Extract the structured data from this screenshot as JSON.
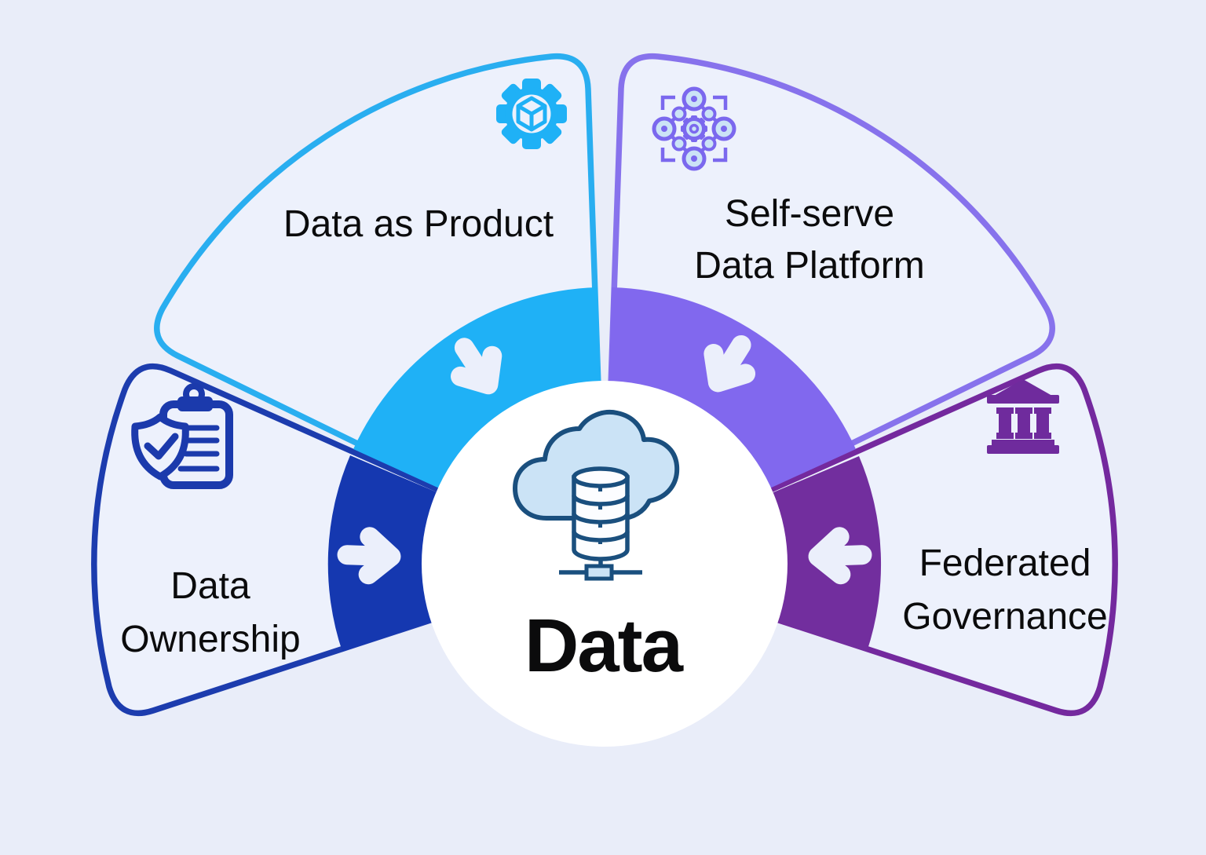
{
  "center": {
    "label": "Data",
    "icon": "cloud-database-icon"
  },
  "petals": {
    "product": {
      "label": "Data as Product",
      "icon": "gear-cube-icon",
      "outline_color": "#29AEF0",
      "arc_color": "#1FB1F6"
    },
    "platform": {
      "line1": "Self-serve",
      "line2": "Data Platform",
      "icon": "network-nodes-icon",
      "outline_color": "#8772EC",
      "arc_color": "#8168EE"
    },
    "ownership": {
      "line1": "Data",
      "line2": "Ownership",
      "icon": "shield-clipboard-icon",
      "outline_color": "#1C3CAE",
      "arc_color": "#1538B0"
    },
    "governance": {
      "line1": "Federated",
      "line2": "Governance",
      "icon": "bank-icon",
      "outline_color": "#74299E",
      "arc_color": "#722E9E"
    }
  },
  "colors": {
    "background": "#E9EDF9",
    "panel_fill": "#EDF1FC",
    "arrow": "#EBEFFB",
    "center_circle": "#FFFFFF",
    "text": "#0B0B0C",
    "icon_navy": "#1A4F7E",
    "icon_light_blue": "#CBE3F6"
  }
}
